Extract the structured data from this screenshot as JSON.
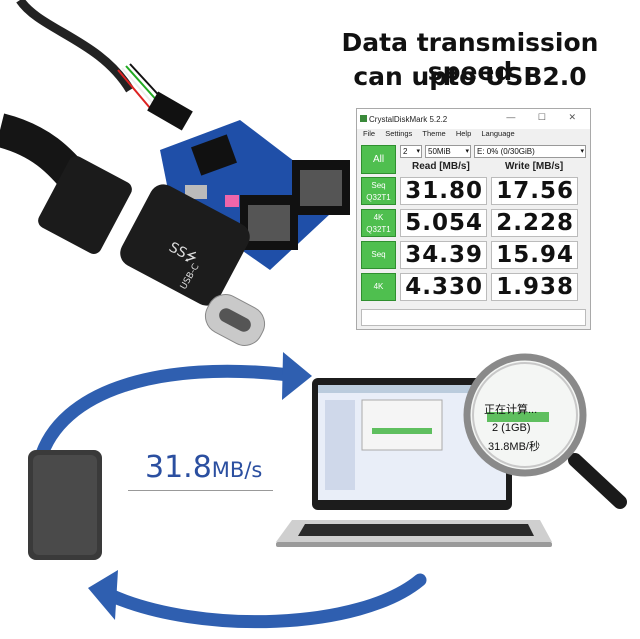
{
  "headline": {
    "line1": "Data transmission speed",
    "line2": "can upto USB2.0"
  },
  "adapter": {
    "label": "USB-C"
  },
  "crystaldiskmark": {
    "title": "CrystalDiskMark 5.2.2",
    "window_buttons": [
      "—",
      "☐",
      "✕"
    ],
    "menu": [
      "File",
      "Settings",
      "Theme",
      "Help",
      "Language"
    ],
    "count": "2",
    "size": "50MiB",
    "drive": "E: 0% (0/30GiB)",
    "all_label": "All",
    "read_header": "Read [MB/s]",
    "write_header": "Write [MB/s]",
    "rows": [
      {
        "label_top": "Seq",
        "label_bottom": "Q32T1",
        "read": "31.80",
        "write": "17.56"
      },
      {
        "label_top": "4K",
        "label_bottom": "Q32T1",
        "read": "5.054",
        "write": "2.228"
      },
      {
        "label_top": "Seq",
        "label_bottom": "",
        "read": "34.39",
        "write": "15.94"
      },
      {
        "label_top": "4K",
        "label_bottom": "",
        "read": "4.330",
        "write": "1.938"
      }
    ]
  },
  "transfer": {
    "speed_value": "31.8",
    "speed_unit": "MB/s"
  },
  "magnifier": {
    "line1": "正在计算...",
    "line2": "2 (1GB)",
    "line3": "31.8MB/秒"
  },
  "colors": {
    "arrow_blue": "#2f5fb0",
    "cdm_green": "#4fbf4f",
    "pcb_blue": "#1f4fa8"
  }
}
